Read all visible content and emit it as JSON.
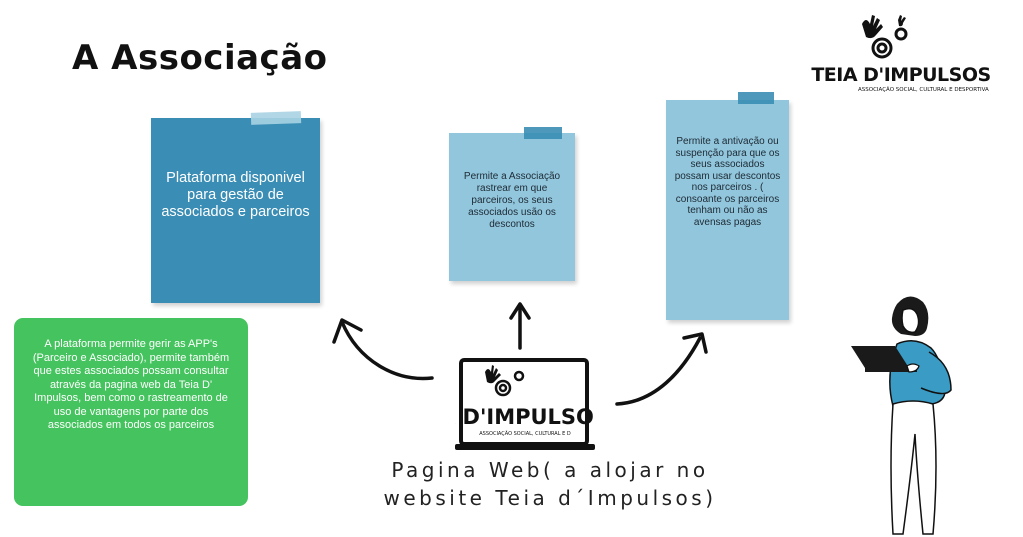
{
  "title": "A Associação",
  "logo": {
    "name": "TEIA D'IMPULSOS",
    "subtitle": "ASSOCIAÇÃO SOCIAL, CULTURAL E DESPORTIVA"
  },
  "notes": [
    {
      "text": "Plataforma disponivel para gestão de associados e parceiros"
    },
    {
      "text": "Permite a Associação rastrear em que parceiros, os seus associados usão os descontos"
    },
    {
      "text": "Permite a antivação ou suspenção para que os seus associados possam usar descontos nos parceiros . ( consoante os parceiros tenham ou não as avensas pagas"
    }
  ],
  "green_box": {
    "text": "A plataforma permite gerir as APP's (Parceiro e Associado), permite também que estes associados possam consultar através da pagina web da Teia D' Impulsos, bem como o rastreamento de uso de vantagens por parte dos associados em todos os parceiros"
  },
  "laptop": {
    "screen_text": "A D'IMPULSOS",
    "screen_sub": "ASSOCIAÇÃO SOCIAL, CULTURAL E D"
  },
  "caption": {
    "line1": "Pagina Web( a alojar no",
    "line2": "website Teia d´Impulsos)"
  },
  "colors": {
    "dark_blue_note": "#3a8db4",
    "light_blue_note": "#92c6dd",
    "green_box": "#44c35e"
  }
}
